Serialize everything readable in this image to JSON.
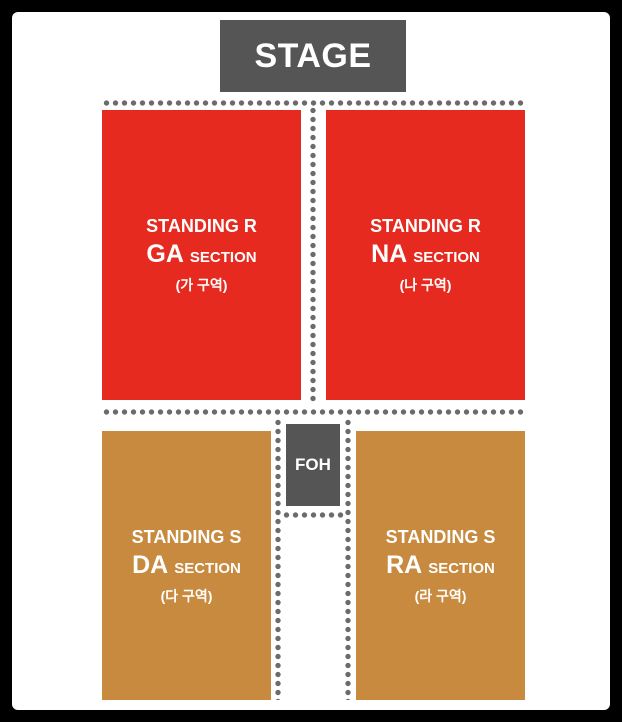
{
  "stage": {
    "label": "STAGE"
  },
  "foh": {
    "label": "FOH"
  },
  "sections": [
    {
      "tier": "STANDING R",
      "code": "GA",
      "suffix": "SECTION",
      "korean": "(가 구역)",
      "color": "#e62a20"
    },
    {
      "tier": "STANDING R",
      "code": "NA",
      "suffix": "SECTION",
      "korean": "(나 구역)",
      "color": "#e62a20"
    },
    {
      "tier": "STANDING S",
      "code": "DA",
      "suffix": "SECTION",
      "korean": "(다 구역)",
      "color": "#c78a3e"
    },
    {
      "tier": "STANDING S",
      "code": "RA",
      "suffix": "SECTION",
      "korean": "(라 구역)",
      "color": "#c78a3e"
    }
  ],
  "colors": {
    "stage": "#555555",
    "dots": "#6b6b6b",
    "background": "#ffffff"
  }
}
